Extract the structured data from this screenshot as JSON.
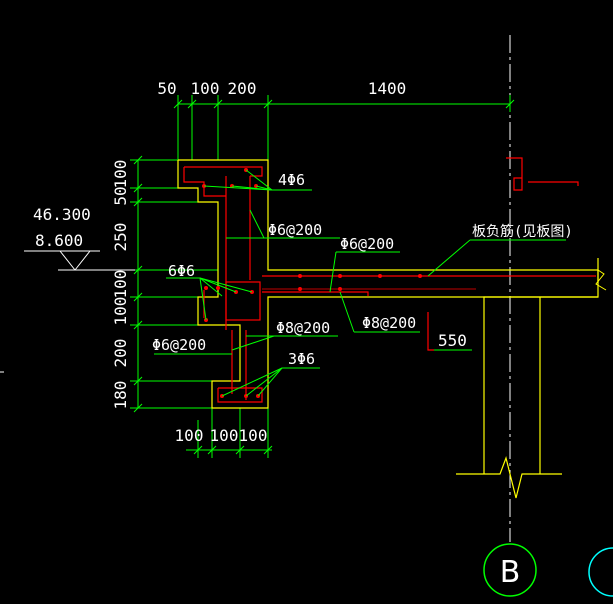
{
  "colors": {
    "background": "#000000",
    "dimension": "#00ff00",
    "outline": "#ffff00",
    "rebar": "#ff0000",
    "leader": "#00ff00",
    "text": "#ffffff",
    "axis": "#ffffff",
    "axis_circle": "#00ff00"
  },
  "dimensions": {
    "top": [
      "50",
      "100",
      "200",
      "1400"
    ],
    "left": [
      "100",
      "50",
      "250",
      "100",
      "100",
      "200",
      "180"
    ],
    "bottom": [
      "100",
      "100",
      "100"
    ]
  },
  "elevations": [
    "46.300",
    "8.600"
  ],
  "rebar_labels": {
    "top_bars": "4Φ6",
    "stirrup_upper": "Φ6@200",
    "slab_bar": "Φ6@200",
    "mid_bars": "6Φ6",
    "stirrup_lower": "Φ8@200",
    "slab_bottom": "Φ8@200",
    "stirrup_left": "Φ6@200",
    "bottom_bars": "3Φ6",
    "slab_note": "板负筋(见板图)",
    "length_550": "550"
  },
  "axis": {
    "label": "B"
  }
}
